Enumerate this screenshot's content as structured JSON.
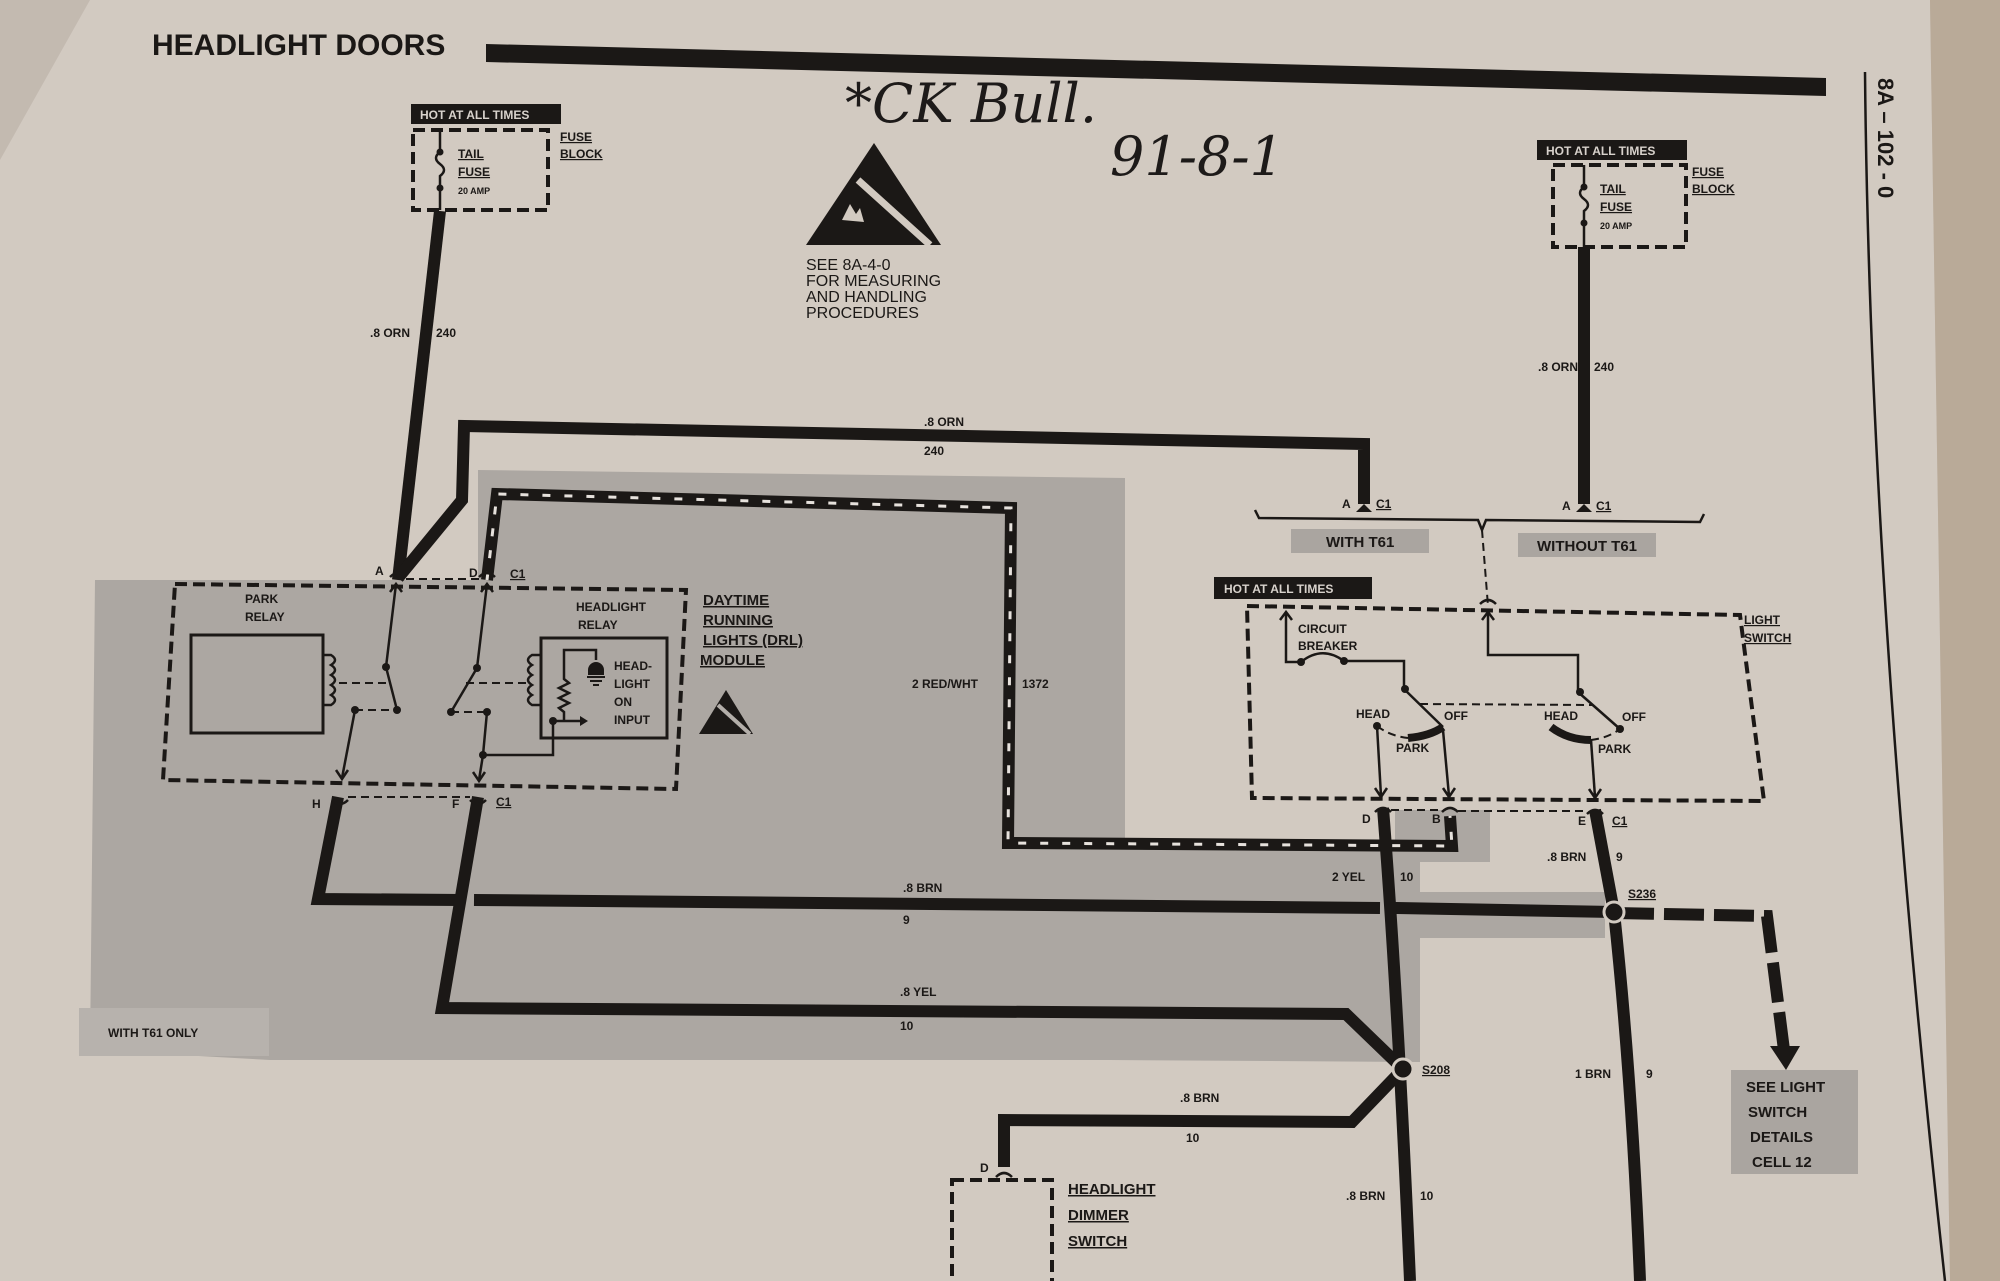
{
  "title": "HEADLIGHT DOORS",
  "page_number": "8A – 102 - 0",
  "handwriting": {
    "line1": "*CK Bull.",
    "line2": "91-8-1"
  },
  "esd_note": [
    "SEE 8A-4-0",
    "FOR MEASURING",
    "AND HANDLING",
    "PROCEDURES"
  ],
  "fuse_blocks": [
    {
      "hot": "HOT AT ALL TIMES",
      "fuse_name": "TAIL",
      "fuse_word": "FUSE",
      "rating": "20 AMP",
      "label1": "FUSE",
      "label2": "BLOCK"
    },
    {
      "hot": "HOT AT ALL TIMES",
      "fuse_name": "TAIL",
      "fuse_word": "FUSE",
      "rating": "20 AMP",
      "label1": "FUSE",
      "label2": "BLOCK"
    }
  ],
  "wires": {
    "orn_left": {
      "gauge": ".8 ORN",
      "circuit": "240"
    },
    "orn_top": {
      "gauge": ".8 ORN",
      "circuit": "240"
    },
    "orn_right": {
      "gauge": ".8 ORN",
      "circuit": "240"
    },
    "red_wht": {
      "gauge": "2 RED/WHT",
      "circuit": "1372"
    },
    "yel_2": {
      "gauge": "2 YEL",
      "circuit": "10"
    },
    "brn_9_top": {
      "gauge": ".8 BRN",
      "circuit": "9"
    },
    "brn_9_horiz": {
      "gauge": ".8 BRN",
      "circuit": "9"
    },
    "yel_08": {
      "gauge": ".8 YEL",
      "circuit": "10"
    },
    "brn_10_dimmer": {
      "gauge": ".8 BRN",
      "circuit": "10"
    },
    "brn_10_down": {
      "gauge": ".8 BRN",
      "circuit": "10"
    },
    "brn_1": {
      "gauge": "1 BRN",
      "circuit": "9"
    }
  },
  "drl_module": {
    "name": [
      "DAYTIME",
      "RUNNING",
      "LIGHTS (DRL)",
      "MODULE"
    ],
    "park_relay": [
      "PARK",
      "RELAY"
    ],
    "headlight_relay": [
      "HEADLIGHT",
      "RELAY"
    ],
    "input": [
      "HEAD-",
      "LIGHT",
      "ON",
      "INPUT"
    ],
    "pins": {
      "a": "A",
      "d": "D",
      "c1_top": "C1",
      "h": "H",
      "f": "F",
      "c1_bottom": "C1"
    }
  },
  "options": {
    "with": "WITH T61",
    "without": "WITHOUT T61",
    "with_only": "WITH T61 ONLY",
    "pin_a1": "A",
    "c1_1": "C1",
    "pin_a2": "A",
    "c1_2": "C1"
  },
  "light_switch": {
    "hot": "HOT AT ALL TIMES",
    "name": [
      "LIGHT",
      "SWITCH"
    ],
    "breaker": [
      "CIRCUIT",
      "BREAKER"
    ],
    "head": "HEAD",
    "off": "OFF",
    "park": "PARK",
    "pins": {
      "d": "D",
      "b": "B",
      "e": "E",
      "c1": "C1"
    }
  },
  "splices": {
    "s236": "S236",
    "s208": "S208"
  },
  "see_box": [
    "SEE LIGHT",
    "SWITCH",
    "DETAILS",
    "CELL 12"
  ],
  "dimmer": {
    "name": [
      "HEADLIGHT",
      "DIMMER",
      "SWITCH"
    ],
    "pin": "D"
  }
}
